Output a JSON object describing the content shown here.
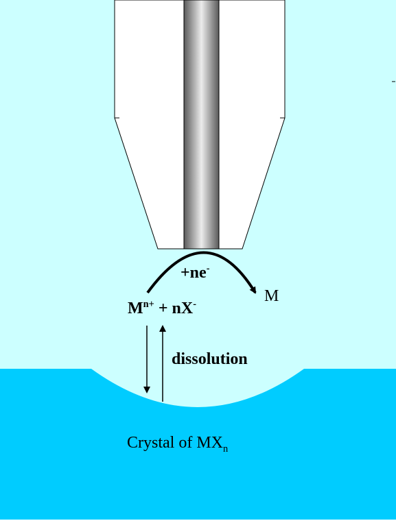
{
  "colors": {
    "solution": "#ccffff",
    "crystal": "#00ccff",
    "tip_body": "#ffffff",
    "outline": "#000000",
    "wire_dark": "#555555",
    "wire_light": "#e6e6e6"
  },
  "labels": {
    "reduction": {
      "main": "+ne",
      "sup": "-"
    },
    "metal": "M",
    "ions": {
      "m": "M",
      "m_sup": "n+",
      "mid": " + nX",
      "x_sup": "-"
    },
    "dissolution": "dissolution",
    "crystal": {
      "main": "Crystal of MX",
      "sub": "n"
    }
  }
}
